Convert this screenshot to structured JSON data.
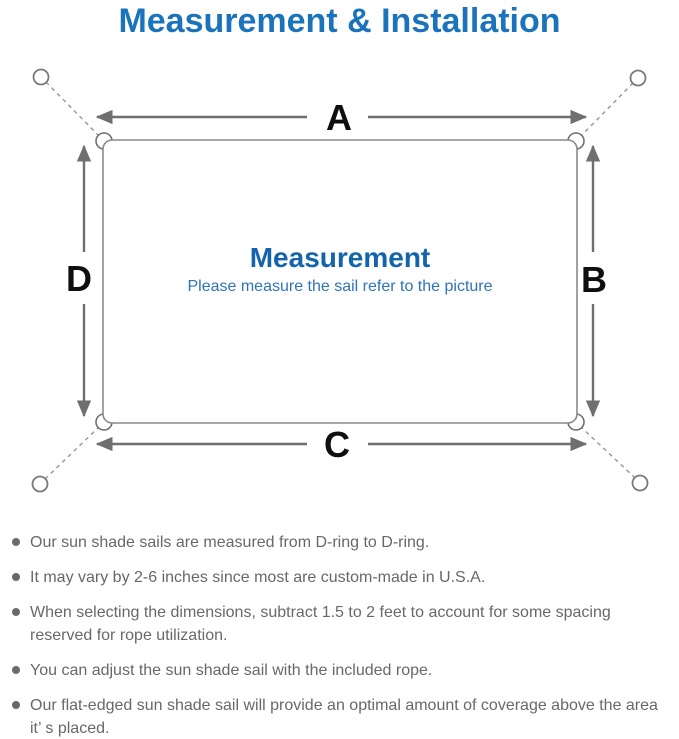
{
  "header": {
    "title": "Measurement & Installation"
  },
  "diagram": {
    "label_a": "A",
    "label_b": "B",
    "label_c": "C",
    "label_d": "D",
    "center_title": "Measurement",
    "center_subtitle": "Please measure the sail refer to the picture"
  },
  "notes": {
    "items": [
      "Our sun shade sails are measured from D-ring to D-ring.",
      "It may vary by 2-6 inches since most are custom-made in U.S.A.",
      "When selecting the dimensions, subtract 1.5 to 2 feet to account for some spacing reserved for rope utilization.",
      "You can adjust the sun shade sail with the included rope.",
      "Our flat-edged sun shade sail will provide an optimal amount of coverage above the area it’ s placed."
    ]
  },
  "colors": {
    "title_blue": "#1b74bb",
    "center_title_blue": "#1264ab",
    "subtitle_blue": "#2e74b8",
    "note_text_gray": "#686868",
    "line_gray": "#8a8a8a",
    "arrow_gray": "#6f6f6f",
    "label_black": "#0f0f0f"
  }
}
